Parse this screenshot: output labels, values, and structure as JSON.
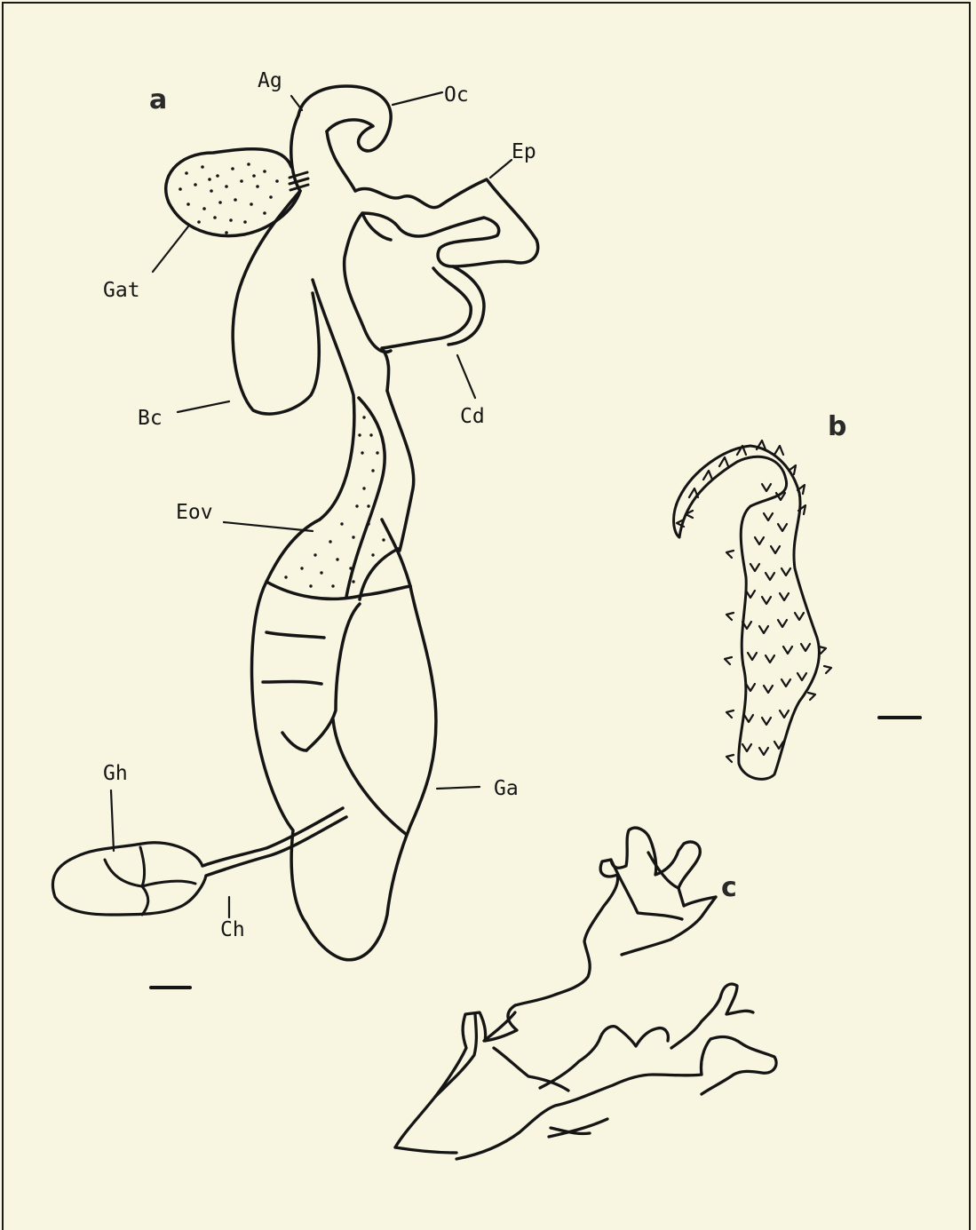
{
  "figure": {
    "panels": [
      {
        "id": "a",
        "label": "a"
      },
      {
        "id": "b",
        "label": "b"
      },
      {
        "id": "c",
        "label": "c"
      }
    ],
    "structure_labels": {
      "ag": "Ag",
      "oc": "Oc",
      "ep": "Ep",
      "gat": "Gat",
      "bc": "Bc",
      "cd": "Cd",
      "eov": "Eov",
      "gh": "Gh",
      "ga": "Ga",
      "ch": "Ch"
    }
  },
  "colors": {
    "background": "#f8f5e1",
    "ink": "#151515"
  }
}
